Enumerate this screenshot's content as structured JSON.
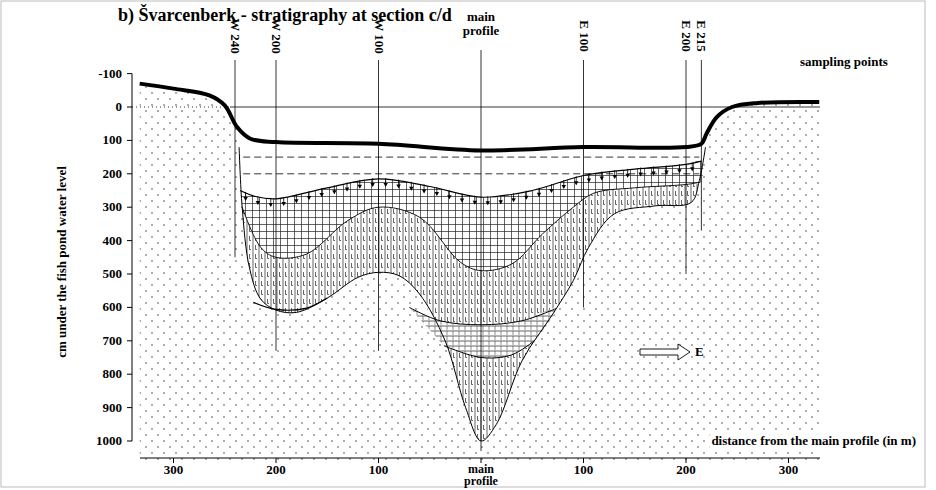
{
  "diagram": {
    "title": "b) Švarcenberk - stratigraphy at section c/d",
    "labels": [
      "sampling points",
      "W 240",
      "W 200",
      "W 100",
      "main profile",
      "E 100",
      "E 200",
      "E 215",
      "cm under the fish pond water level",
      "-100",
      "0",
      "100",
      "200",
      "300",
      "400",
      "500",
      "600",
      "700",
      "800",
      "900",
      "1000",
      "300",
      "200",
      "100",
      "main profile",
      "100",
      "200",
      "300",
      "distance from the main profile (in m)",
      "E"
    ]
  }
}
